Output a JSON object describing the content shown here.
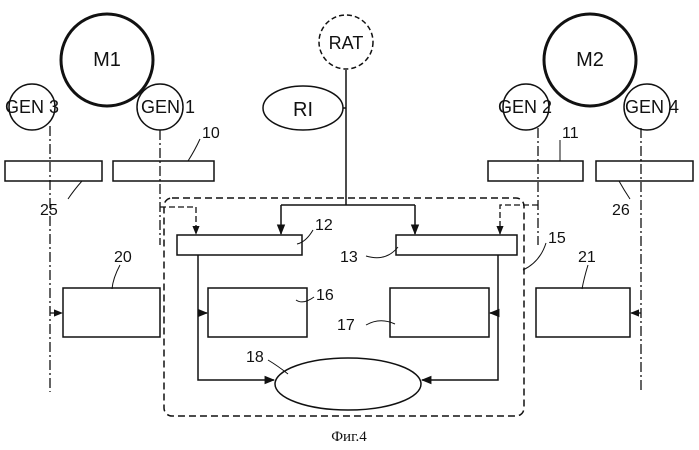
{
  "figure": {
    "caption": "Фиг.4",
    "engines": {
      "left": "M1",
      "right": "M2"
    },
    "generators": {
      "gen1": "GEN 1",
      "gen2": "GEN 2",
      "gen3": "GEN 3",
      "gen4": "GEN 4"
    },
    "sources": {
      "rat": "RAT",
      "ri": "RI"
    },
    "ref_numbers": {
      "n10": "10",
      "n11": "11",
      "n12": "12",
      "n13": "13",
      "n15": "15",
      "n16": "16",
      "n17": "17",
      "n18": "18",
      "n20": "20",
      "n21": "21",
      "n25": "25",
      "n26": "26"
    }
  }
}
